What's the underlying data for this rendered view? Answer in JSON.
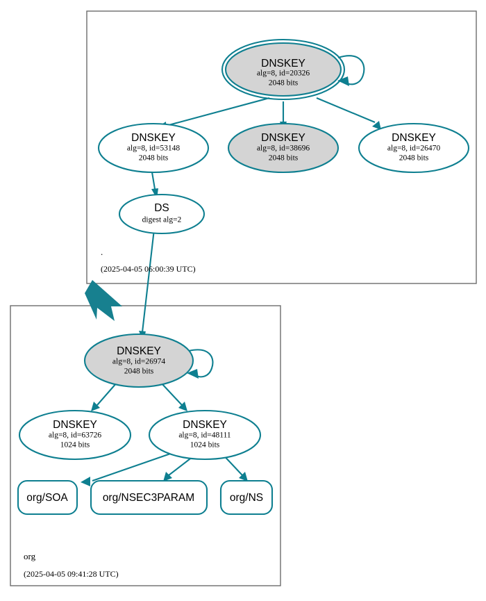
{
  "diagram": {
    "title": "DNSSEC authentication chain",
    "colors": {
      "node_stroke": "#0e7f90",
      "edge": "#0e7f90",
      "zone_border": "#6b6b6b",
      "secure_fill": "#d4d4d4",
      "plain_fill": "#ffffff",
      "delegation_arrow": "#17808f"
    }
  },
  "zones": [
    {
      "id": "root",
      "name": ".",
      "timestamp": "(2025-04-05 06:00:39 UTC)",
      "nodes": [
        {
          "id": "root-ksk-20326",
          "kind": "dnskey",
          "shape": "doublecircle",
          "fill": "gray",
          "title": "DNSKEY",
          "line2": "alg=8, id=20326",
          "line3": "2048 bits",
          "self_signed": true,
          "alg": 8,
          "key_id": 20326,
          "key_size": "2048 bits"
        },
        {
          "id": "root-zsk-53148",
          "kind": "dnskey",
          "shape": "ellipse",
          "fill": "white",
          "title": "DNSKEY",
          "line2": "alg=8, id=53148",
          "line3": "2048 bits",
          "self_signed": false,
          "alg": 8,
          "key_id": 53148,
          "key_size": "2048 bits"
        },
        {
          "id": "root-zsk-38696",
          "kind": "dnskey",
          "shape": "ellipse",
          "fill": "gray",
          "title": "DNSKEY",
          "line2": "alg=8, id=38696",
          "line3": "2048 bits",
          "self_signed": false,
          "alg": 8,
          "key_id": 38696,
          "key_size": "2048 bits"
        },
        {
          "id": "root-zsk-26470",
          "kind": "dnskey",
          "shape": "ellipse",
          "fill": "white",
          "title": "DNSKEY",
          "line2": "alg=8, id=26470",
          "line3": "2048 bits",
          "self_signed": false,
          "alg": 8,
          "key_id": 26470,
          "key_size": "2048 bits"
        },
        {
          "id": "root-ds",
          "kind": "ds",
          "shape": "ellipse",
          "fill": "white",
          "title": "DS",
          "line2": "digest alg=2",
          "line3": "",
          "self_signed": false,
          "digest_alg": 2
        }
      ]
    },
    {
      "id": "org",
      "name": "org",
      "timestamp": "(2025-04-05 09:41:28 UTC)",
      "nodes": [
        {
          "id": "org-ksk-26974",
          "kind": "dnskey",
          "shape": "ellipse",
          "fill": "gray",
          "title": "DNSKEY",
          "line2": "alg=8, id=26974",
          "line3": "2048 bits",
          "self_signed": true,
          "alg": 8,
          "key_id": 26974,
          "key_size": "2048 bits"
        },
        {
          "id": "org-zsk-63726",
          "kind": "dnskey",
          "shape": "ellipse",
          "fill": "white",
          "title": "DNSKEY",
          "line2": "alg=8, id=63726",
          "line3": "1024 bits",
          "self_signed": false,
          "alg": 8,
          "key_id": 63726,
          "key_size": "1024 bits"
        },
        {
          "id": "org-zsk-48111",
          "kind": "dnskey",
          "shape": "ellipse",
          "fill": "white",
          "title": "DNSKEY",
          "line2": "alg=8, id=48111",
          "line3": "1024 bits",
          "self_signed": false,
          "alg": 8,
          "key_id": 48111,
          "key_size": "1024 bits"
        },
        {
          "id": "org-soa",
          "kind": "rrset",
          "shape": "rect",
          "fill": "white",
          "title": "org/SOA",
          "line2": "",
          "line3": ""
        },
        {
          "id": "org-nsec3param",
          "kind": "rrset",
          "shape": "rect",
          "fill": "white",
          "title": "org/NSEC3PARAM",
          "line2": "",
          "line3": ""
        },
        {
          "id": "org-ns",
          "kind": "rrset",
          "shape": "rect",
          "fill": "white",
          "title": "org/NS",
          "line2": "",
          "line3": ""
        }
      ]
    }
  ],
  "edges": [
    {
      "from": "root-ksk-20326",
      "to": "root-ksk-20326",
      "type": "self-loop"
    },
    {
      "from": "root-ksk-20326",
      "to": "root-zsk-53148",
      "type": "rrsig"
    },
    {
      "from": "root-ksk-20326",
      "to": "root-zsk-38696",
      "type": "rrsig"
    },
    {
      "from": "root-ksk-20326",
      "to": "root-zsk-26470",
      "type": "rrsig"
    },
    {
      "from": "root-zsk-53148",
      "to": "root-ds",
      "type": "rrsig"
    },
    {
      "from": "root-ds",
      "to": "org-ksk-26974",
      "type": "ds-to-dnskey"
    },
    {
      "from": "root",
      "to": "org",
      "type": "delegation"
    },
    {
      "from": "org-ksk-26974",
      "to": "org-ksk-26974",
      "type": "self-loop"
    },
    {
      "from": "org-ksk-26974",
      "to": "org-zsk-63726",
      "type": "rrsig"
    },
    {
      "from": "org-ksk-26974",
      "to": "org-zsk-48111",
      "type": "rrsig"
    },
    {
      "from": "org-zsk-48111",
      "to": "org-soa",
      "type": "rrsig"
    },
    {
      "from": "org-zsk-48111",
      "to": "org-nsec3param",
      "type": "rrsig"
    },
    {
      "from": "org-zsk-48111",
      "to": "org-ns",
      "type": "rrsig"
    }
  ]
}
